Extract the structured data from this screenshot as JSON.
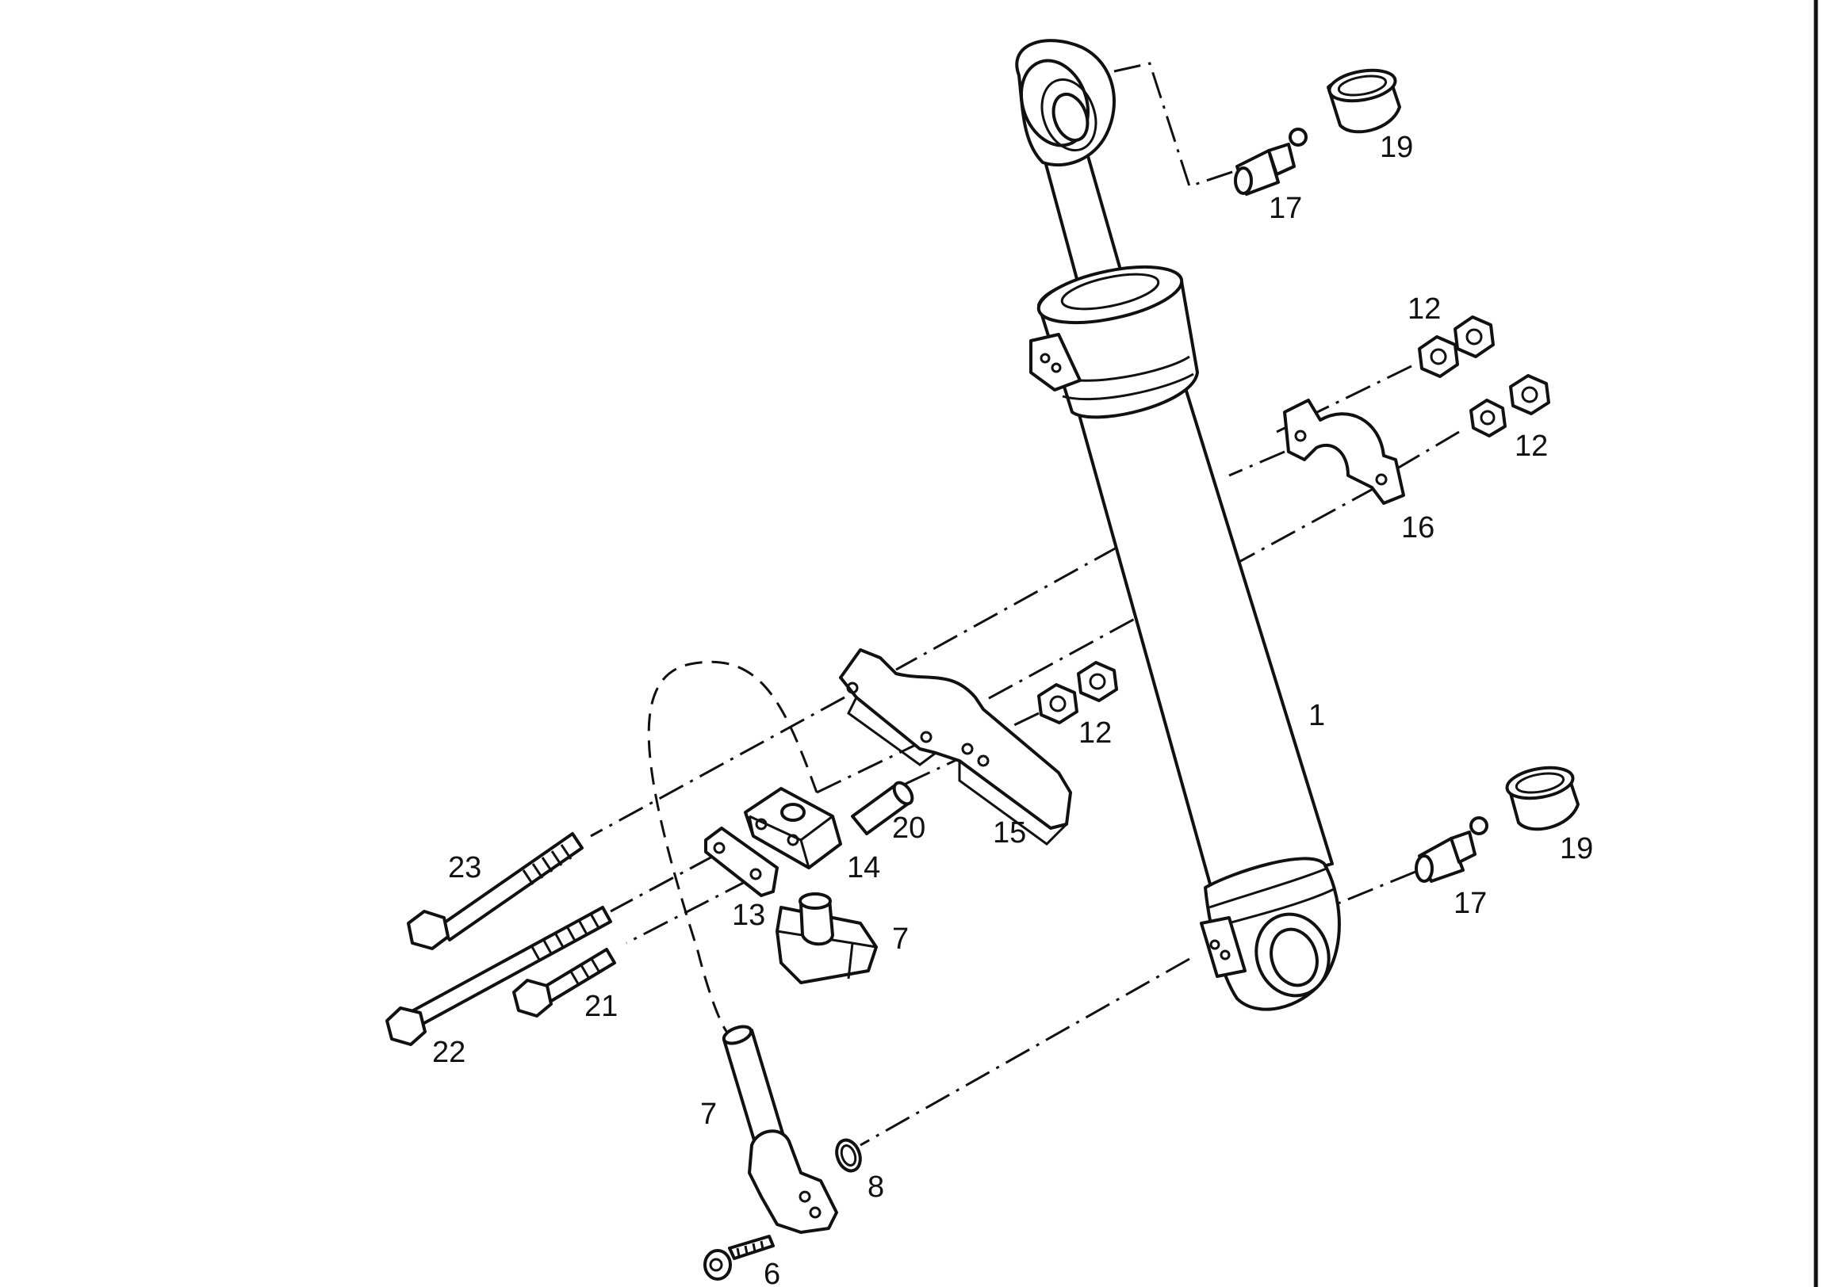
{
  "diagram": {
    "type": "exploded-parts-diagram",
    "callouts": {
      "c1": "1",
      "c6": "6",
      "c7a": "7",
      "c7b": "7",
      "c8": "8",
      "c12a": "12",
      "c12b": "12",
      "c12c": "12",
      "c13": "13",
      "c14": "14",
      "c15": "15",
      "c16": "16",
      "c17a": "17",
      "c17b": "17",
      "c19a": "19",
      "c19b": "19",
      "c20": "20",
      "c21": "21",
      "c22": "22",
      "c23": "23"
    }
  }
}
